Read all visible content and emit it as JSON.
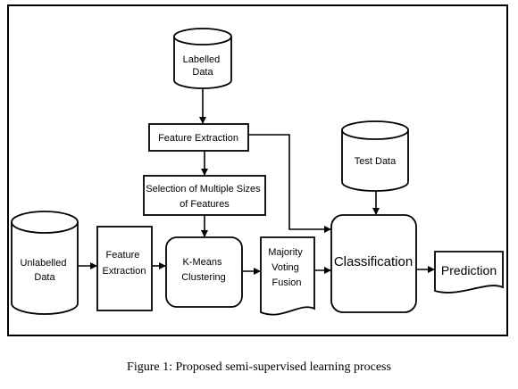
{
  "nodes": {
    "labelled_data": {
      "lines": [
        "Labelled",
        "Data"
      ]
    },
    "feature_extraction_top": {
      "lines": [
        "Feature Extraction"
      ]
    },
    "selection_sizes": {
      "lines": [
        "Selection of Multiple Sizes",
        "of Features"
      ]
    },
    "test_data": {
      "lines": [
        "Test Data"
      ]
    },
    "unlabelled_data": {
      "lines": [
        "Unlabelled",
        "Data"
      ]
    },
    "feature_extraction_left": {
      "lines": [
        "Feature",
        "Extraction"
      ]
    },
    "kmeans": {
      "lines": [
        "K-Means",
        "Clustering"
      ]
    },
    "majority_voting": {
      "lines": [
        "Majority",
        "Voting",
        "Fusion"
      ]
    },
    "classification": {
      "lines": [
        "Classification"
      ]
    },
    "prediction": {
      "lines": [
        "Prediction"
      ]
    }
  },
  "edges": [
    {
      "from": "labelled_data",
      "to": "feature_extraction_top"
    },
    {
      "from": "feature_extraction_top",
      "to": "selection_sizes"
    },
    {
      "from": "feature_extraction_top",
      "to": "classification"
    },
    {
      "from": "selection_sizes",
      "to": "kmeans"
    },
    {
      "from": "test_data",
      "to": "classification"
    },
    {
      "from": "unlabelled_data",
      "to": "feature_extraction_left"
    },
    {
      "from": "feature_extraction_left",
      "to": "kmeans"
    },
    {
      "from": "kmeans",
      "to": "majority_voting"
    },
    {
      "from": "majority_voting",
      "to": "classification"
    },
    {
      "from": "classification",
      "to": "prediction"
    }
  ],
  "caption": "Figure 1: Proposed semi-supervised learning process"
}
